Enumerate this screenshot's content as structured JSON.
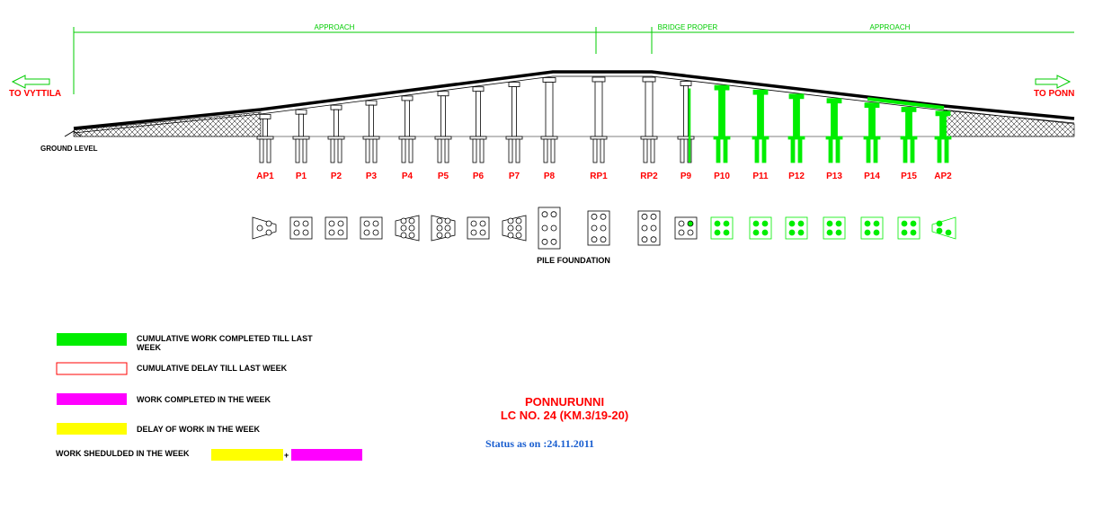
{
  "directions": {
    "left": "TO VYTTILA",
    "right": "TO PONN"
  },
  "spans": {
    "approach_left": "APPROACH",
    "bridge_proper": "BRIDGE PROPER",
    "approach_right": "APPROACH"
  },
  "ground_level": "GROUND LEVEL",
  "pile_foundation": "PILE FOUNDATION",
  "piers": [
    {
      "label": "AP1",
      "status": "pending",
      "footing": "tri-left"
    },
    {
      "label": "P1",
      "status": "pending",
      "footing": "rect4"
    },
    {
      "label": "P2",
      "status": "pending",
      "footing": "rect4"
    },
    {
      "label": "P3",
      "status": "pending",
      "footing": "rect4"
    },
    {
      "label": "P4",
      "status": "pending",
      "footing": "trap6"
    },
    {
      "label": "P5",
      "status": "pending",
      "footing": "trap6-rev"
    },
    {
      "label": "P6",
      "status": "pending",
      "footing": "rect4"
    },
    {
      "label": "P7",
      "status": "pending",
      "footing": "trap6"
    },
    {
      "label": "P8",
      "status": "pending",
      "footing": "rect6-tall"
    },
    {
      "label": "RP1",
      "status": "pending",
      "footing": "rect6"
    },
    {
      "label": "RP2",
      "status": "pending",
      "footing": "rect6"
    },
    {
      "label": "P9",
      "status": "partial",
      "footing": "rect4-partial"
    },
    {
      "label": "P10",
      "status": "completed",
      "footing": "rect4"
    },
    {
      "label": "P11",
      "status": "completed",
      "footing": "rect4"
    },
    {
      "label": "P12",
      "status": "completed",
      "footing": "rect4"
    },
    {
      "label": "P13",
      "status": "completed",
      "footing": "rect4"
    },
    {
      "label": "P14",
      "status": "completed",
      "footing": "rect4"
    },
    {
      "label": "P15",
      "status": "completed",
      "footing": "rect4"
    },
    {
      "label": "AP2",
      "status": "completed",
      "footing": "tri-right"
    }
  ],
  "legend": [
    {
      "text": "CUMULATIVE WORK COMPLETED TILL LAST",
      "text2": "WEEK",
      "style": "green"
    },
    {
      "text": "CUMULATIVE DELAY TILL LAST WEEK",
      "text2": "",
      "style": "red-outline"
    },
    {
      "text": "WORK COMPLETED IN THE WEEK",
      "text2": "",
      "style": "magenta"
    },
    {
      "text": "DELAY OF WORK IN THE WEEK",
      "text2": "",
      "style": "yellow"
    }
  ],
  "scheduled": {
    "text": "WORK SHEDULDED IN THE WEEK",
    "plus": "+"
  },
  "title": {
    "line1": "PONNURUNNI",
    "line2": "LC NO. 24 (KM.3/19-20)"
  },
  "status": "Status as on  :24.11.2011",
  "colors": {
    "completed": "#00ee00",
    "delay": "#ff0000",
    "week_done": "#ff00ff",
    "week_delay": "#ffff00",
    "line": "#000000"
  }
}
